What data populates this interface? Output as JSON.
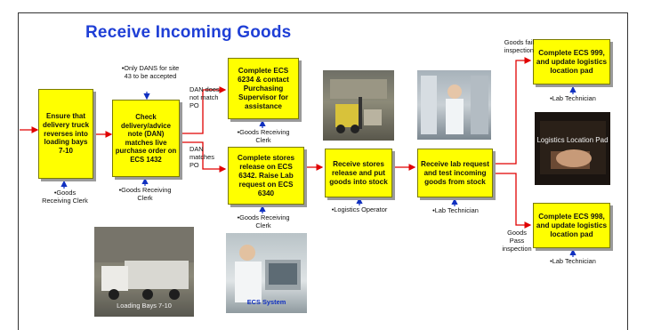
{
  "title": "Receive Incoming Goods",
  "boxes": {
    "ensure": "Ensure that delivery truck reverses into loading bays 7-10",
    "check": "Check delivery/advice note (DAN) matches live purchase order on ECS 1432",
    "ecs6234": "Complete ECS 6234 & contact Purchasing Supervisor for assistance",
    "release": "Complete stores release on ECS 6342. Raise Lab request on ECS 6340",
    "receive_stores": "Receive stores release and put goods into stock",
    "receive_lab": "Receive lab request and test incoming goods from stock",
    "ecs999": "Complete ECS 999, and update logistics location pad",
    "ecs998": "Complete ECS 998, and update logistics location pad"
  },
  "roles": {
    "ensure": "•Goods Receiving Clerk",
    "check": "•Goods Receiving Clerk",
    "ecs6234": "•Goods Receiving Clerk",
    "release": "•Goods Receiving Clerk",
    "receive_stores": "•Logistics Operator",
    "receive_lab": "•Lab Technician",
    "ecs999": "•Lab Technician",
    "ecs998": "•Lab Technician"
  },
  "notes": {
    "dans": "•Only DANS for site 43 to be accepted",
    "dan_not_match": "DAN does not match PO",
    "dan_match": "DAN matches PO",
    "goods_fail": "Goods fail inspection",
    "goods_pass": "Goods Pass inspection"
  },
  "photos": {
    "loading": "Loading Bays 7-10",
    "ecs": "ECS System",
    "logistics": "Logistics Location Pad"
  },
  "colors": {
    "title": "#1f3fd6",
    "box": "#ffff00",
    "arrow_red": "#e00000",
    "arrow_blue": "#1030c0"
  }
}
